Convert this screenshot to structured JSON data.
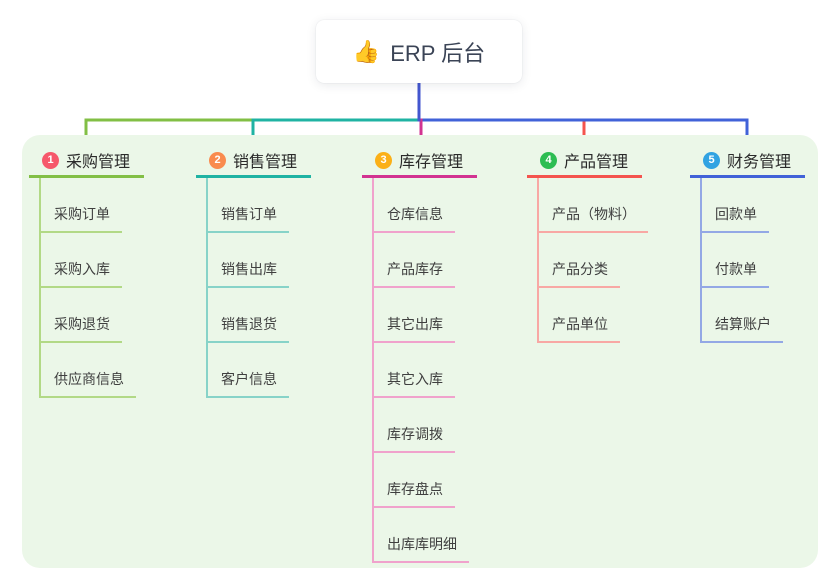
{
  "root": {
    "icon": "👍",
    "icon_name": "thumbs-up-icon",
    "title": "ERP 后台"
  },
  "canvas": {
    "panel_color": "#ebf7e8",
    "trunk_color": "#4356cf"
  },
  "branches": [
    {
      "number": "1",
      "label": "采购管理",
      "badge_color": "#f6586b",
      "line_color": "#82bf45",
      "child_line_color": "#b2d986",
      "children": [
        "采购订单",
        "采购入库",
        "采购退货",
        "供应商信息"
      ]
    },
    {
      "number": "2",
      "label": "销售管理",
      "badge_color": "#f98b4e",
      "line_color": "#1fb3a3",
      "child_line_color": "#87d3c8",
      "children": [
        "销售订单",
        "销售出库",
        "销售退货",
        "客户信息"
      ]
    },
    {
      "number": "3",
      "label": "库存管理",
      "badge_color": "#fbb017",
      "line_color": "#d23391",
      "child_line_color": "#f0a2cc",
      "children": [
        "仓库信息",
        "产品库存",
        "其它出库",
        "其它入库",
        "库存调拨",
        "库存盘点",
        "出库库明细"
      ]
    },
    {
      "number": "4",
      "label": "产品管理",
      "badge_color": "#2cbd52",
      "line_color": "#f4544e",
      "child_line_color": "#f8a8a4",
      "children": [
        "产品（物料）",
        "产品分类",
        "产品单位"
      ]
    },
    {
      "number": "5",
      "label": "财务管理",
      "badge_color": "#31a3e2",
      "line_color": "#4162d8",
      "child_line_color": "#93a8e5",
      "children": [
        "回款单",
        "付款单",
        "结算账户"
      ]
    }
  ]
}
